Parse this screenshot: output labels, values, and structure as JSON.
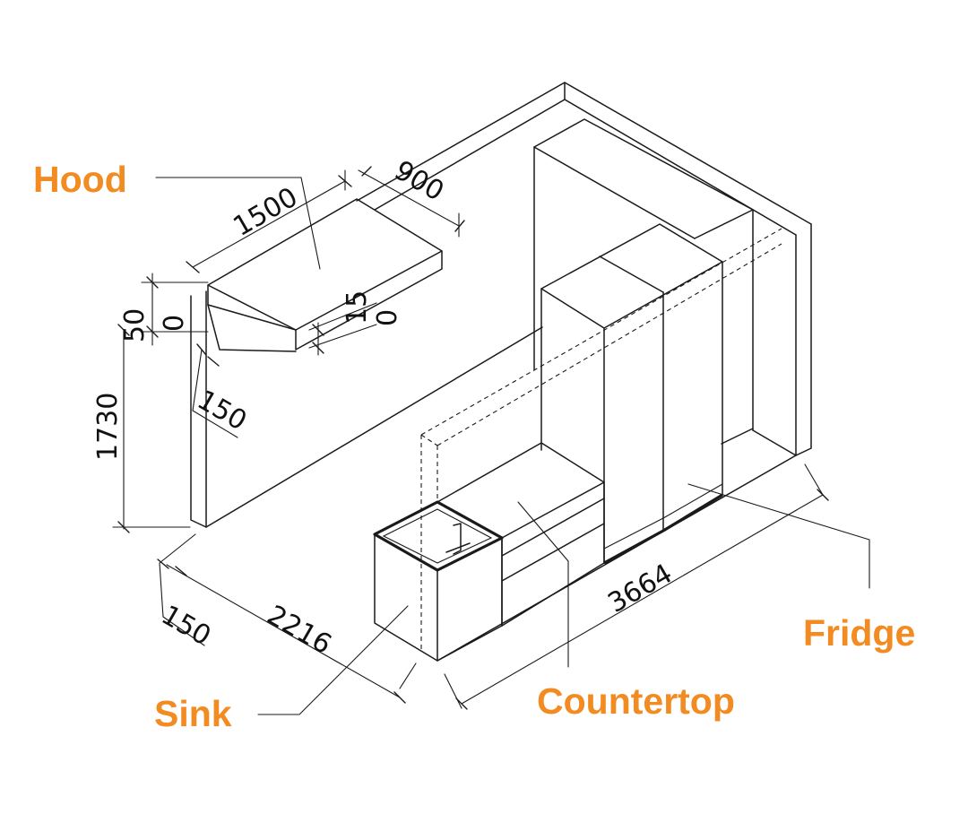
{
  "colors": {
    "label": "#F28B21",
    "line": "#1a1a1a"
  },
  "labels": {
    "hood": "Hood",
    "sink": "Sink",
    "countertop": "Countertop",
    "fridge": "Fridge"
  },
  "dimensions": {
    "hood_width": "1500",
    "hood_depth": "900",
    "hood_upper_a": "50",
    "hood_upper_b": "0",
    "hood_lower_a": "15",
    "hood_lower_b": "0",
    "hood_offset": "150",
    "hood_height": "1730",
    "wall_offset": "150",
    "side_length": "2216",
    "front_length": "3664"
  }
}
